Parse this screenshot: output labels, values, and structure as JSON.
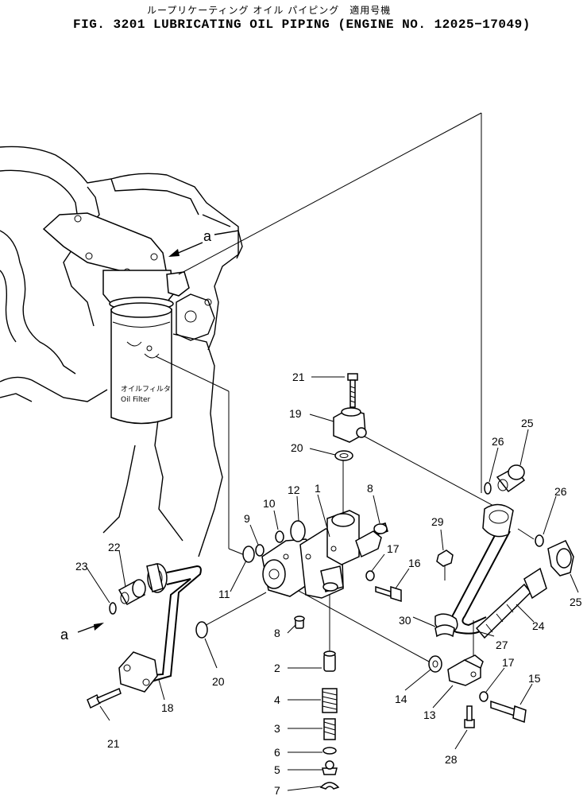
{
  "header": {
    "title_jp": "ループリケーティング オイル パイピング　適用号機",
    "title_en": "FIG. 3201  LUBRICATING OIL PIPING (ENGINE NO. 12025−17049)"
  },
  "filter": {
    "label_jp": "オイルフィルタ",
    "label_en": "Oil Filter"
  },
  "callouts": [
    {
      "id": "a-top",
      "text": "a"
    },
    {
      "id": "a-left",
      "text": "a"
    },
    {
      "id": "p1",
      "text": "1"
    },
    {
      "id": "p2",
      "text": "2"
    },
    {
      "id": "p3",
      "text": "3"
    },
    {
      "id": "p4",
      "text": "4"
    },
    {
      "id": "p5",
      "text": "5"
    },
    {
      "id": "p6",
      "text": "6"
    },
    {
      "id": "p7",
      "text": "7"
    },
    {
      "id": "p8a",
      "text": "8"
    },
    {
      "id": "p8b",
      "text": "8"
    },
    {
      "id": "p9",
      "text": "9"
    },
    {
      "id": "p10",
      "text": "10"
    },
    {
      "id": "p11",
      "text": "11"
    },
    {
      "id": "p12",
      "text": "12"
    },
    {
      "id": "p13",
      "text": "13"
    },
    {
      "id": "p14",
      "text": "14"
    },
    {
      "id": "p15",
      "text": "15"
    },
    {
      "id": "p16",
      "text": "16"
    },
    {
      "id": "p17a",
      "text": "17"
    },
    {
      "id": "p17b",
      "text": "17"
    },
    {
      "id": "p18",
      "text": "18"
    },
    {
      "id": "p19",
      "text": "19"
    },
    {
      "id": "p20a",
      "text": "20"
    },
    {
      "id": "p20b",
      "text": "20"
    },
    {
      "id": "p21a",
      "text": "21"
    },
    {
      "id": "p21b",
      "text": "21"
    },
    {
      "id": "p22",
      "text": "22"
    },
    {
      "id": "p23",
      "text": "23"
    },
    {
      "id": "p24",
      "text": "24"
    },
    {
      "id": "p25a",
      "text": "25"
    },
    {
      "id": "p25b",
      "text": "25"
    },
    {
      "id": "p26a",
      "text": "26"
    },
    {
      "id": "p26b",
      "text": "26"
    },
    {
      "id": "p27",
      "text": "27"
    },
    {
      "id": "p28",
      "text": "28"
    },
    {
      "id": "p29",
      "text": "29"
    },
    {
      "id": "p30",
      "text": "30"
    }
  ]
}
